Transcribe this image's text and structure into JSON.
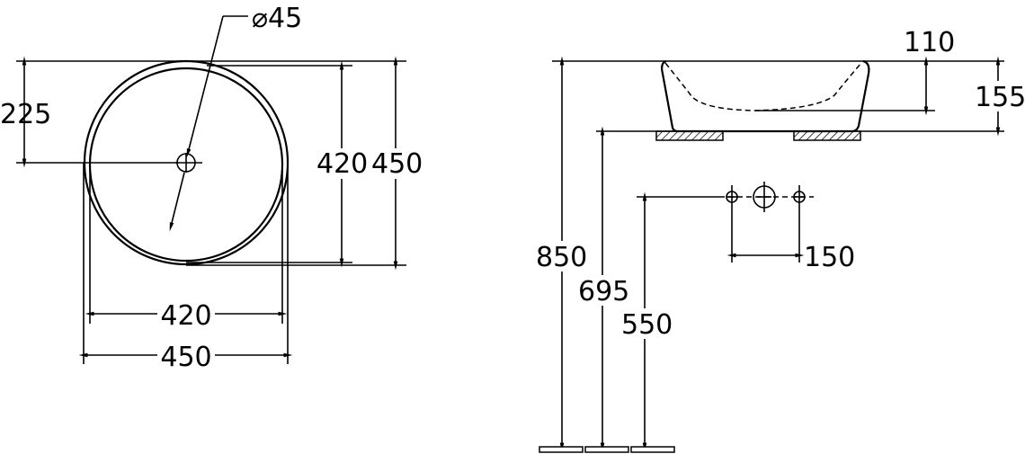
{
  "top_view": {
    "drain_diameter": "⌀45",
    "dim_center_offset": "225",
    "dim_inner_height": "420",
    "dim_outer_height": "450",
    "dim_inner_width": "420",
    "dim_outer_width": "450"
  },
  "side_view": {
    "dim_bowl_depth": "110",
    "dim_basin_height": "155",
    "dim_total_height": "850",
    "dim_counter_height": "695",
    "dim_tap_height": "550",
    "dim_tap_spacing": "150"
  }
}
